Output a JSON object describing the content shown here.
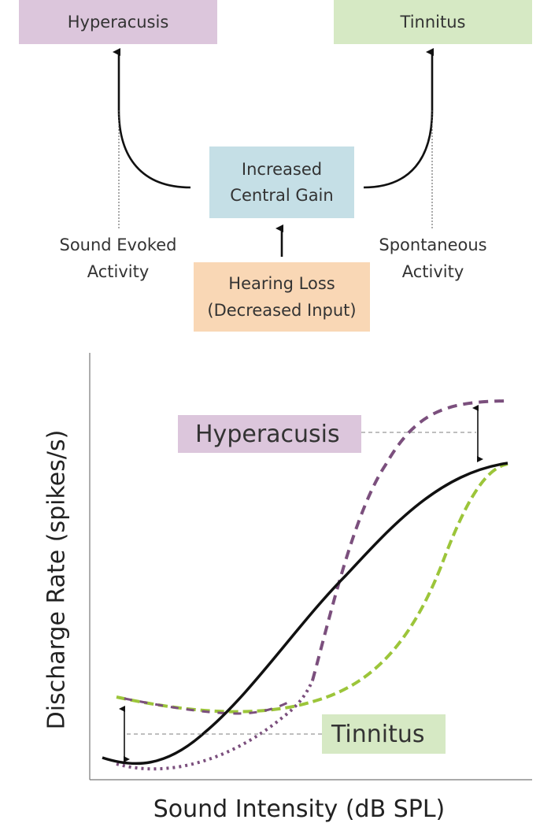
{
  "top_diagram": {
    "hyperacusis_label": "Hyperacusis",
    "tinnitus_label": "Tinnitus",
    "central_gain_line1": "Increased",
    "central_gain_line2": "Central Gain",
    "hearing_loss_line1": "Hearing Loss",
    "hearing_loss_line2": "(Decreased Input)",
    "sound_evoked_line1": "Sound Evoked",
    "sound_evoked_line2": "Activity",
    "spontaneous_line1": "Spontaneous",
    "spontaneous_line2": "Activity"
  },
  "graph": {
    "ylabel": "Discharge Rate (spikes/s)",
    "xlabel": "Sound Intensity (dB SPL)",
    "hyperacusis_label": "Hyperacusis",
    "tinnitus_label": "Tinnitus"
  },
  "colors": {
    "hyperacusis": "#dcc6dc",
    "tinnitus": "#d6e9c4",
    "central_gain": "#c5dfe6",
    "hearing_loss": "#f9d7b5",
    "curve_normal": "#111111",
    "curve_hyperacusis": "#7b4f7d",
    "curve_tinnitus": "#9cc53a"
  }
}
